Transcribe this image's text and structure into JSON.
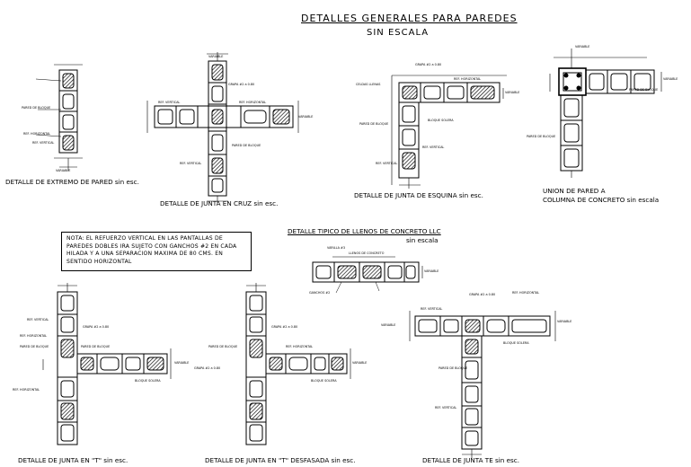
{
  "title": "DETALLES GENERALES PARA PAREDES",
  "subtitle": "SIN ESCALA",
  "captions": {
    "extremo": "DETALLE DE EXTREMO DE PARED sin esc.",
    "cruz": "DETALLE DE JUNTA EN CRUZ sin esc.",
    "esquina": "DETALLE DE JUNTA DE ESQUINA sin esc.",
    "union_1": "UNION DE PARED A",
    "union_2": "COLUMNA DE CONCRETO sin escala",
    "llenos_title": "DETALLE TIPICO DE LLENOS DE CONCRETO LLC",
    "llenos_sub": "sin escala",
    "junta_t": "DETALLE DE JUNTA EN \"T\" sin esc.",
    "junta_t_desf": "DETALLE DE JUNTA EN \"T\" DESFASADA sin esc.",
    "junta_te": "DETALLE DE JUNTA TE sin esc."
  },
  "note": {
    "line1": "NOTA: EL REFUERZO VERTICAL EN LAS PANTALLAS DE",
    "line2": "PAREDES DOBLES IRA SUJETO CON GANCHOS #2 EN CADA",
    "line3": "HILADA Y A UNA SEPARACION MAXIMA DE 80 CMS. EN",
    "line4": "SENTIDO HORIZONTAL"
  },
  "labels": {
    "ref_vertical": "REF. VERTICAL",
    "ref_horizontal": "REF. HORIZONTAL",
    "pared_bloque": "PARED DE BLOQUE",
    "variable": "VARIABLE",
    "grapa": "GRAPA #2 a 0.80",
    "celdas_llenas": "CELDAS LLENAS",
    "llenos": "LLENOS DE CONCRETO",
    "bloque_solera": "BLOQUE SOLERA",
    "ganchos": "GANCHOS #2",
    "varilla": "VARILLA #3"
  }
}
